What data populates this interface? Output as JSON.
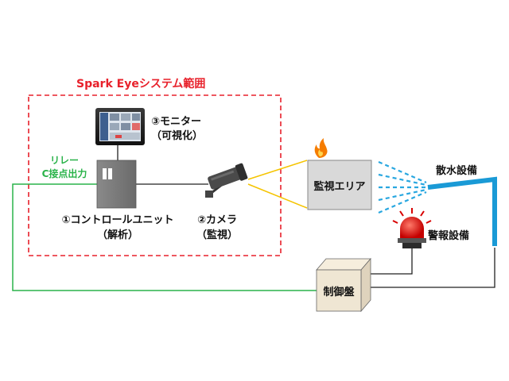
{
  "scope": {
    "title": "Spark Eyeシステム範囲",
    "color": "#e8212b"
  },
  "monitor": {
    "line1": "③モニター",
    "line2": "（可視化）"
  },
  "control_unit": {
    "line1": "①コントロールユニット",
    "line2": "（解析）"
  },
  "camera": {
    "line1": "②カメラ",
    "line2": "（監視）"
  },
  "relay": {
    "line1": "リレー",
    "line2": "C接点出力",
    "color": "#2ab34a"
  },
  "area": {
    "label": "監視エリア"
  },
  "sprinkler": {
    "label": "散水設備",
    "color": "#1a9ad6"
  },
  "alarm": {
    "label": "警報設備"
  },
  "panel": {
    "label": "制御盤"
  },
  "icons": {
    "fire": "fire-icon",
    "alarm": "rotating-alarm-light-icon",
    "camera": "camera-icon",
    "monitor": "monitor-icon"
  },
  "colors": {
    "view_cone": "#f5c400",
    "spray": "#29a7e0",
    "wire": "#222222"
  }
}
